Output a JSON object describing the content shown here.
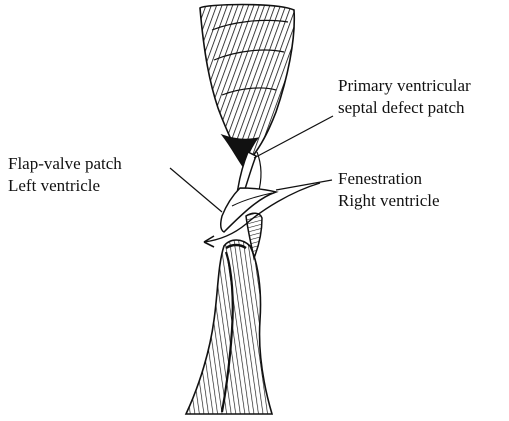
{
  "labels": {
    "primary_line1": "Primary ventricular",
    "primary_line2": "septal defect patch",
    "flap_line1": "Flap-valve patch",
    "flap_line2": "Left ventricle",
    "fen_line1": "Fenestration",
    "fen_line2": "Right ventricle"
  },
  "colors": {
    "ink": "#111111",
    "background": "#ffffff"
  }
}
